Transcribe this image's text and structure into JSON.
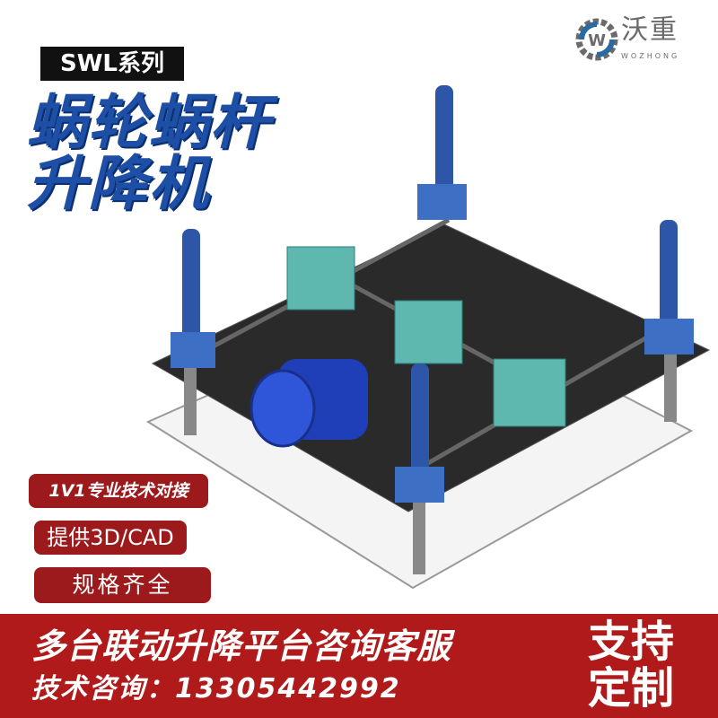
{
  "brand": {
    "name": "沃重",
    "sub": "WOZHONG",
    "logo_letter": "W",
    "colors": {
      "gear_gray": "#6b6b6b",
      "gear_blue": "#2a6aa0"
    }
  },
  "series_label": "SWL系列",
  "title": {
    "line1": "蜗轮蜗杆",
    "line2": "升降机",
    "color": "#1e4fa6"
  },
  "badges": [
    {
      "label": "1V1专业技术对接"
    },
    {
      "label": "提供3D/CAD"
    },
    {
      "label": "规格齐全"
    }
  ],
  "footer": {
    "headline": "多台联动升降平台咨询客服",
    "phone_label": "技术咨询：13305442992",
    "custom_line1": "支持",
    "custom_line2": "定制",
    "color": "#b01a1a"
  }
}
